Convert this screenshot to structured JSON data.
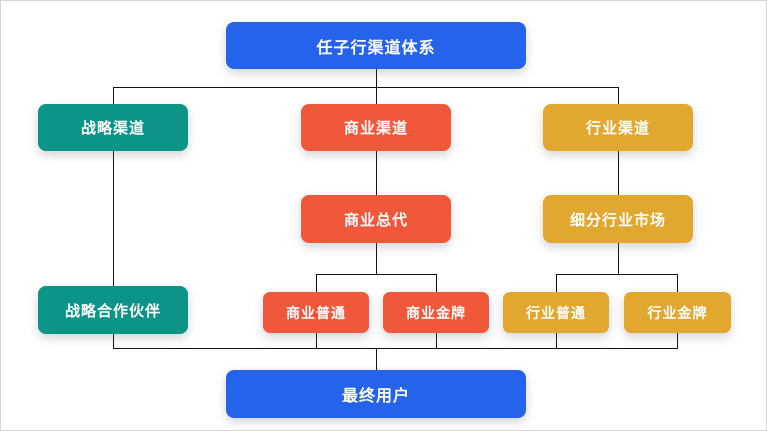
{
  "diagram": {
    "title": "任子行渠道体系",
    "colors": {
      "blue": "#2563eb",
      "teal": "#0d9488",
      "red": "#f0583b",
      "gold": "#e2a72e",
      "connector_line": "#141414",
      "node_text": "#ffffff",
      "background": "#ffffff",
      "canvas_border": "#d4d4d4"
    },
    "nodes": {
      "root": {
        "label": "任子行渠道体系",
        "color": "blue"
      },
      "strategic_channel": {
        "label": "战略渠道",
        "color": "teal"
      },
      "commercial_channel": {
        "label": "商业渠道",
        "color": "red"
      },
      "industry_channel": {
        "label": "行业渠道",
        "color": "gold"
      },
      "commercial_agent": {
        "label": "商业总代",
        "color": "red"
      },
      "segment_market": {
        "label": "细分行业市场",
        "color": "gold"
      },
      "strategic_partner": {
        "label": "战略合作伙伴",
        "color": "teal"
      },
      "commercial_normal": {
        "label": "商业普通",
        "color": "red"
      },
      "commercial_gold": {
        "label": "商业金牌",
        "color": "red"
      },
      "industry_normal": {
        "label": "行业普通",
        "color": "gold"
      },
      "industry_gold": {
        "label": "行业金牌",
        "color": "gold"
      },
      "end_user": {
        "label": "最终用户",
        "color": "blue"
      }
    },
    "edges": [
      {
        "from": "root",
        "to": "strategic_channel"
      },
      {
        "from": "root",
        "to": "commercial_channel"
      },
      {
        "from": "root",
        "to": "industry_channel"
      },
      {
        "from": "strategic_channel",
        "to": "strategic_partner"
      },
      {
        "from": "commercial_channel",
        "to": "commercial_agent"
      },
      {
        "from": "industry_channel",
        "to": "segment_market"
      },
      {
        "from": "commercial_agent",
        "to": "commercial_normal"
      },
      {
        "from": "commercial_agent",
        "to": "commercial_gold"
      },
      {
        "from": "segment_market",
        "to": "industry_normal"
      },
      {
        "from": "segment_market",
        "to": "industry_gold"
      },
      {
        "from": "strategic_partner",
        "to": "end_user"
      },
      {
        "from": "commercial_normal",
        "to": "end_user"
      },
      {
        "from": "commercial_gold",
        "to": "end_user"
      },
      {
        "from": "industry_normal",
        "to": "end_user"
      },
      {
        "from": "industry_gold",
        "to": "end_user"
      }
    ]
  }
}
